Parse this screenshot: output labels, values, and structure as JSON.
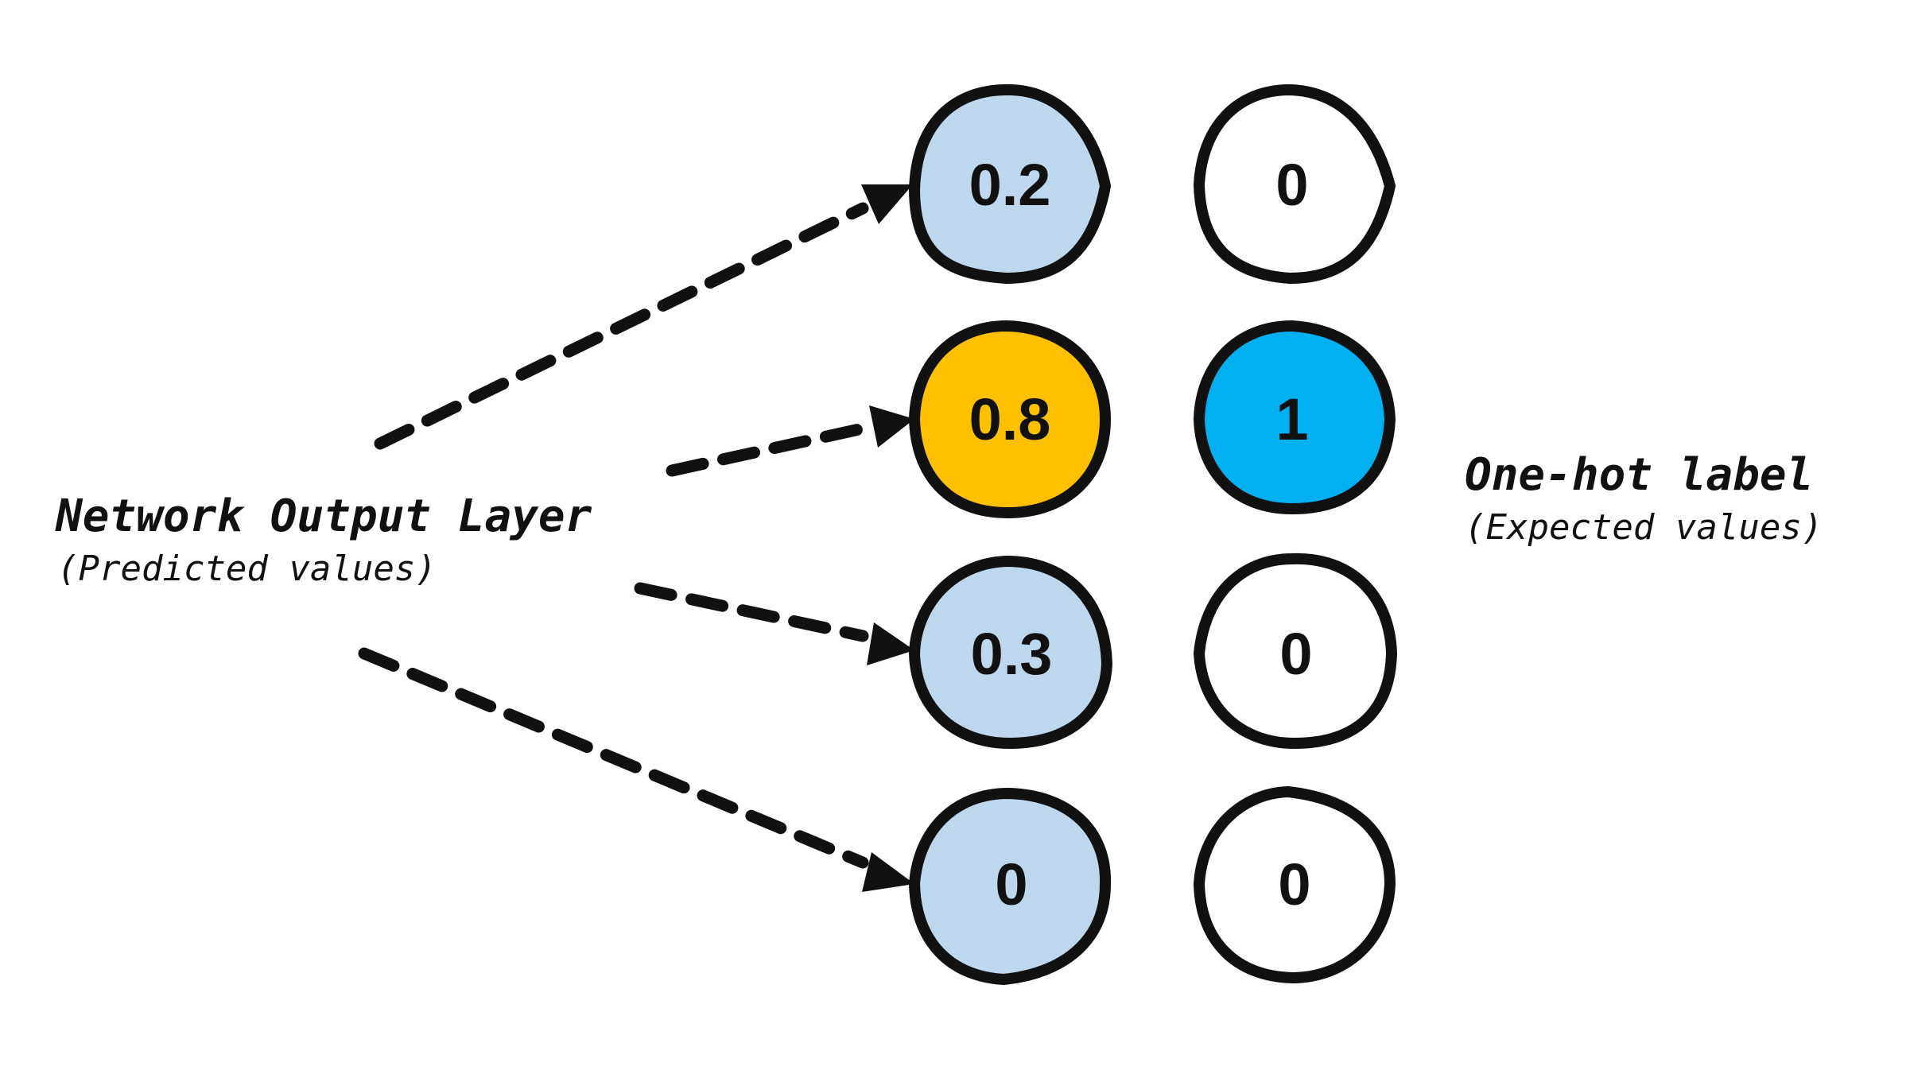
{
  "output_layer": {
    "title": "Network Output Layer",
    "subtitle": "(Predicted values)",
    "nodes": [
      {
        "value": "0.2",
        "fill": "#bdd7ee"
      },
      {
        "value": "0.8",
        "fill": "#ffc000"
      },
      {
        "value": "0.3",
        "fill": "#bdd7ee"
      },
      {
        "value": "0",
        "fill": "#bdd7ee"
      }
    ]
  },
  "label_layer": {
    "title": "One-hot label",
    "subtitle": "(Expected values)",
    "nodes": [
      {
        "value": "0",
        "fill": "#ffffff"
      },
      {
        "value": "1",
        "fill": "#00b0f0"
      },
      {
        "value": "0",
        "fill": "#ffffff"
      },
      {
        "value": "0",
        "fill": "#ffffff"
      }
    ]
  },
  "colors": {
    "stroke": "#111111",
    "predicted_default": "#bdd7ee",
    "predicted_highlight": "#ffc000",
    "label_hot": "#00b0f0",
    "label_cold": "#ffffff"
  }
}
